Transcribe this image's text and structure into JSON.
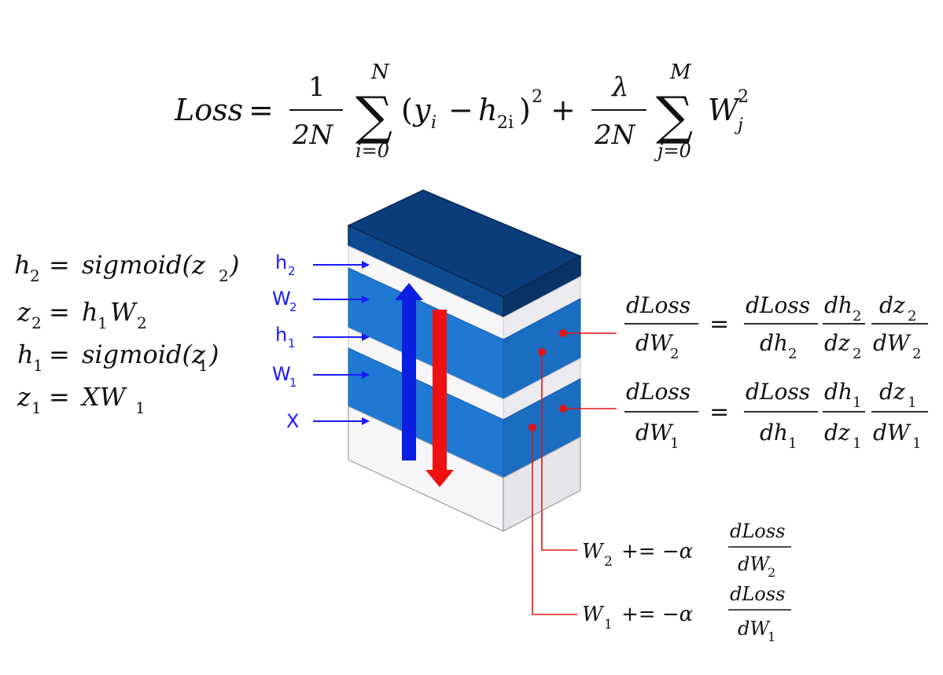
{
  "colors": {
    "dark_blue": "#0b3d7a",
    "layer_blue": "#1f78d1",
    "light_layer": "#f4f4f6",
    "forward_arrow": "#0a1fe0",
    "backward_arrow": "#ee1111",
    "label_blue": "#1a1aff",
    "connector_red": "#e01515"
  },
  "loss_equation": {
    "lhs": "Loss",
    "frac1_num": "1",
    "frac1_den": "2N",
    "sum1_upper": "N",
    "sum1_lower": "i=0",
    "term1_y": "y",
    "term1_y_sub": "i",
    "term1_h": "h",
    "term1_h_sub": "2i",
    "power": "2",
    "frac2_num": "λ",
    "frac2_den": "2N",
    "sum2_upper": "M",
    "sum2_lower": "j=0",
    "term2_w": "W",
    "term2_w_sub": "j",
    "term2_w_sup": "2"
  },
  "forward_equations": [
    {
      "lhs": "h",
      "lhs_sub": "2",
      "rhs": "sigmoid(z",
      "rhs_sub": "2",
      "rhs_end": ")"
    },
    {
      "lhs": "z",
      "lhs_sub": "2",
      "rhs": "h",
      "rhs_sub": "1",
      "rhs_end": "W",
      "rhs_end_sub": "2"
    },
    {
      "lhs": "h",
      "lhs_sub": "1",
      "rhs": "sigmoid(z",
      "rhs_sub": "1",
      "rhs_end": ")"
    },
    {
      "lhs": "z",
      "lhs_sub": "1",
      "rhs": "XW",
      "rhs_sub": "1"
    }
  ],
  "layer_labels": [
    {
      "text": "h",
      "sub": "2"
    },
    {
      "text": "W",
      "sub": "2"
    },
    {
      "text": "h",
      "sub": "1"
    },
    {
      "text": "W",
      "sub": "1"
    },
    {
      "text": "X",
      "sub": ""
    }
  ],
  "gradients": [
    {
      "lhs_num": "dLoss",
      "lhs_den": "dW",
      "lhs_den_sub": "2",
      "f1_num": "dLoss",
      "f1_den": "dh",
      "f1_den_sub": "2",
      "f2_num": "dh",
      "f2_num_sub": "2",
      "f2_den": "dz",
      "f2_den_sub": "2",
      "f3_num": "dz",
      "f3_num_sub": "2",
      "f3_den": "dW",
      "f3_den_sub": "2"
    },
    {
      "lhs_num": "dLoss",
      "lhs_den": "dW",
      "lhs_den_sub": "1",
      "f1_num": "dLoss",
      "f1_den": "dh",
      "f1_den_sub": "1",
      "f2_num": "dh",
      "f2_num_sub": "1",
      "f2_den": "dz",
      "f2_den_sub": "1",
      "f3_num": "dz",
      "f3_num_sub": "1",
      "f3_den": "dW",
      "f3_den_sub": "1"
    }
  ],
  "updates": [
    {
      "w": "W",
      "w_sub": "2",
      "op": "+= −α",
      "num": "dLoss",
      "den": "dW",
      "den_sub": "2"
    },
    {
      "w": "W",
      "w_sub": "1",
      "op": "+= −α",
      "num": "dLoss",
      "den": "dW",
      "den_sub": "1"
    }
  ]
}
